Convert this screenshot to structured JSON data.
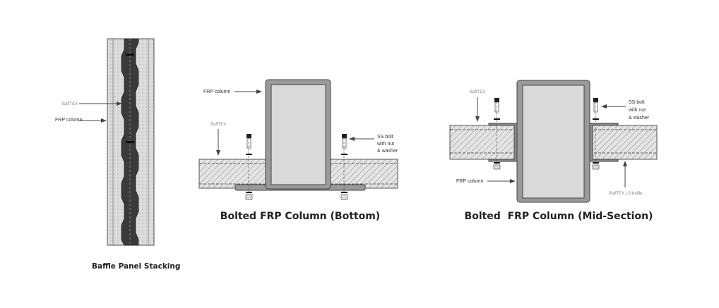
{
  "stacking": {
    "title": "Baffle Panel Stacking",
    "label_bafftex": "BaffTEX",
    "label_frp_column": "FRP column"
  },
  "bottom": {
    "title": "Bolted FRP Column (Bottom)",
    "label_frp_column": "FRP column",
    "label_bafftex": "BaffTEX",
    "label_bolt_line1": "SS bolt",
    "label_bolt_line2": "with nut",
    "label_bolt_line3": "& washer"
  },
  "mid": {
    "title": "Bolted  FRP Column (Mid-Section)",
    "label_bafftex": "BaffTEX",
    "label_frp_column": "FRP column",
    "label_bolt_line1": "SS bolt",
    "label_bolt_line2": "with nut",
    "label_bolt_line3": "& washer",
    "label_ls_baffle": "BaffTEX LS baffle"
  },
  "colors": {
    "column_fill": "#d9d9d9",
    "column_stroke": "#555555",
    "panel_fill": "#e6e6e6",
    "dark_column": "#3a3a3a"
  }
}
